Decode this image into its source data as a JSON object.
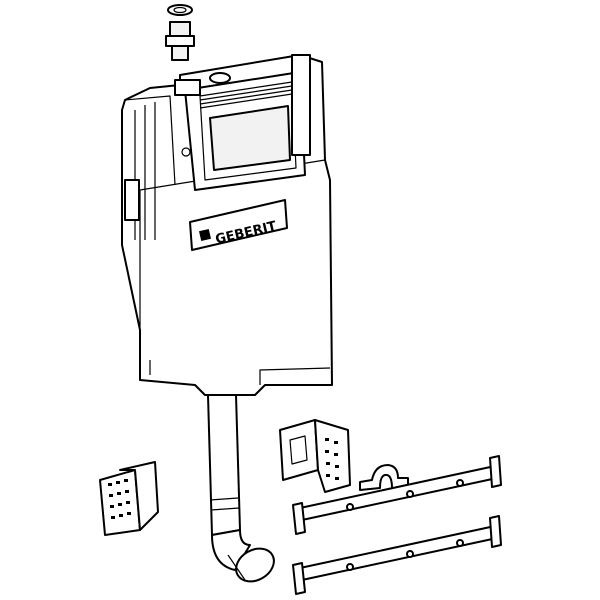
{
  "drawing": {
    "brand_logo": "GEBERIT",
    "parts": [
      "valve-connector",
      "concealed-cistern",
      "flush-pipe",
      "pipe-elbow",
      "wall-bracket-left",
      "wall-bracket-right",
      "pipe-clip",
      "mounting-rail-upper",
      "mounting-rail-lower"
    ]
  }
}
